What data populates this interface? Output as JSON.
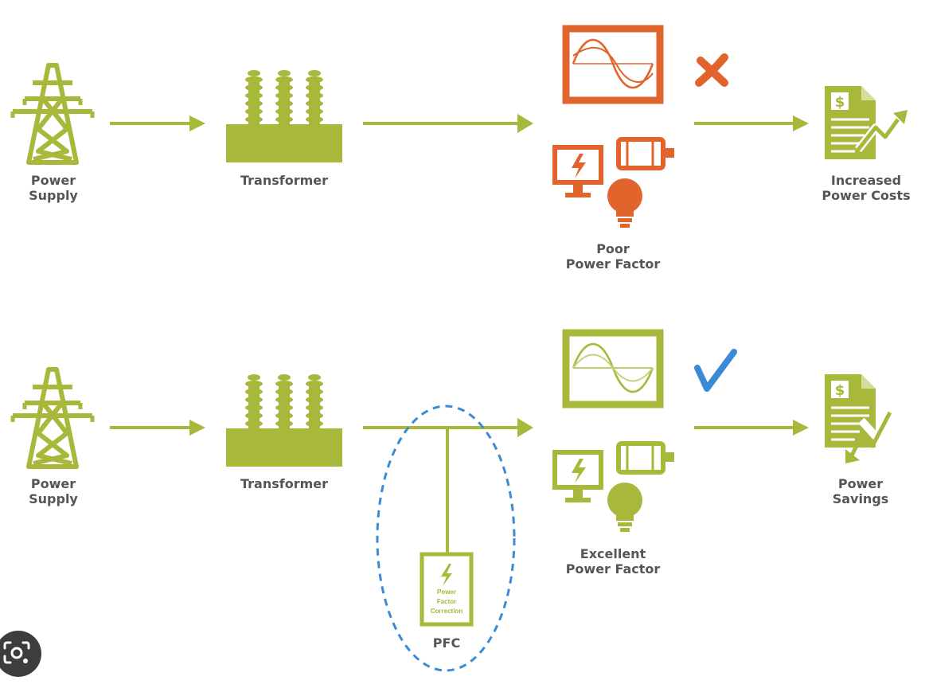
{
  "colors": {
    "green": "#a8b83a",
    "orange": "#e0642c",
    "blue": "#3a8ad6",
    "label": "#555555",
    "lens_button": "#3d3d3d"
  },
  "top_row": {
    "power_supply": [
      "Power",
      "Supply"
    ],
    "transformer": "Transformer",
    "power_factor": [
      "Poor",
      "Power Factor"
    ],
    "result": [
      "Increased",
      "Power Costs"
    ],
    "status_icon": "cross-mark-icon"
  },
  "bottom_row": {
    "power_supply": [
      "Power",
      "Supply"
    ],
    "transformer": "Transformer",
    "power_factor": [
      "Excellent",
      "Power Factor"
    ],
    "result": [
      "Power",
      "Savings"
    ],
    "status_icon": "check-mark-icon",
    "pfc_device_text": [
      "Power",
      "Factor",
      "Correction"
    ],
    "pfc_label": "PFC"
  },
  "icons": [
    "tower-icon",
    "transformer-icon",
    "waveform-monitor-icon",
    "computer-icon",
    "motor-icon",
    "light-bulb-icon",
    "invoice-icon",
    "lightning-icon",
    "camera-lens-icon"
  ]
}
